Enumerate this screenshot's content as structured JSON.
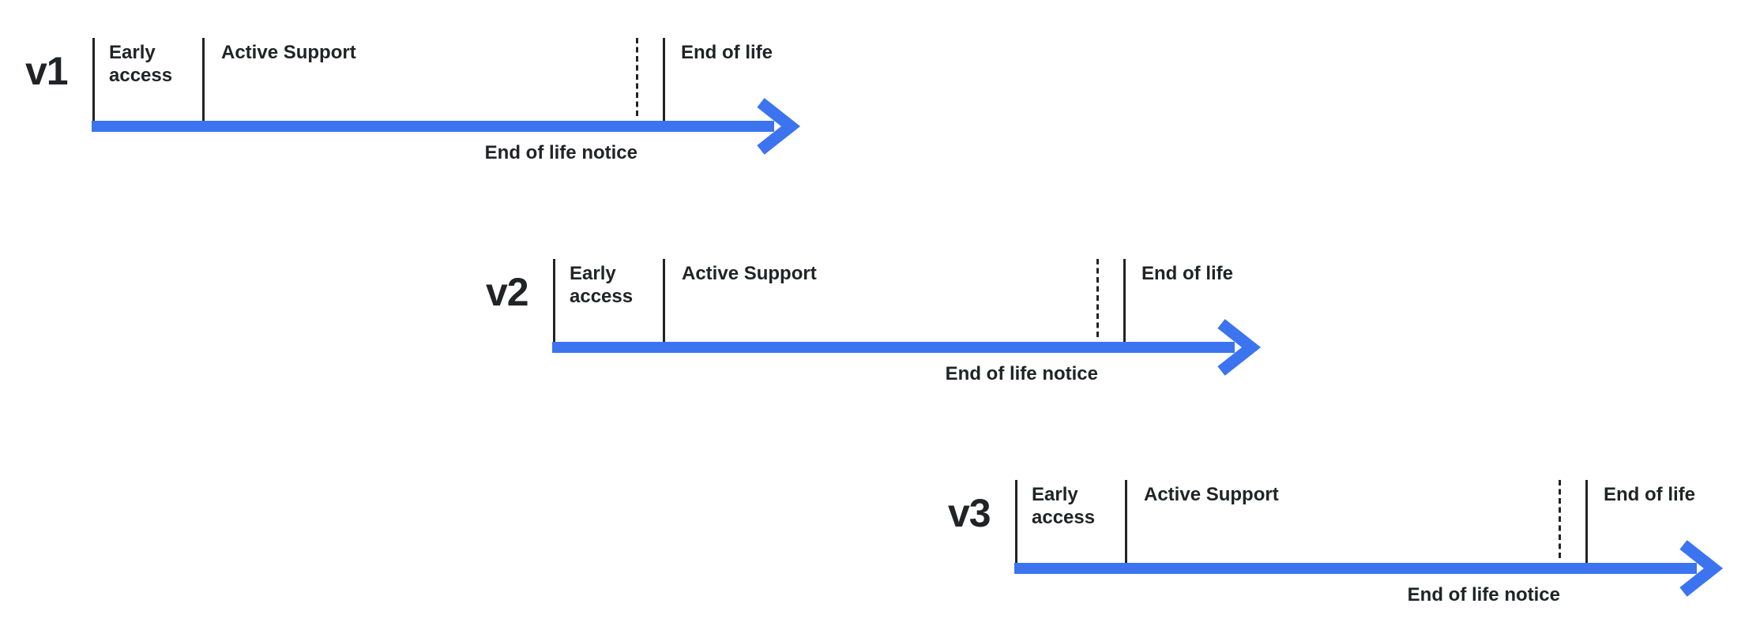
{
  "colors": {
    "arrow": "#3C74F0",
    "ink": "#212326",
    "background": "#FFFFFF"
  },
  "timelines": [
    {
      "version": "v1",
      "phases": {
        "early": "Early access",
        "active": "Active Support",
        "eol": "End of life"
      },
      "notice": "End of life notice"
    },
    {
      "version": "v2",
      "phases": {
        "early": "Early access",
        "active": "Active Support",
        "eol": "End of life"
      },
      "notice": "End of life notice"
    },
    {
      "version": "v3",
      "phases": {
        "early": "Early access",
        "active": "Active Support",
        "eol": "End of life"
      },
      "notice": "End of life notice"
    }
  ]
}
